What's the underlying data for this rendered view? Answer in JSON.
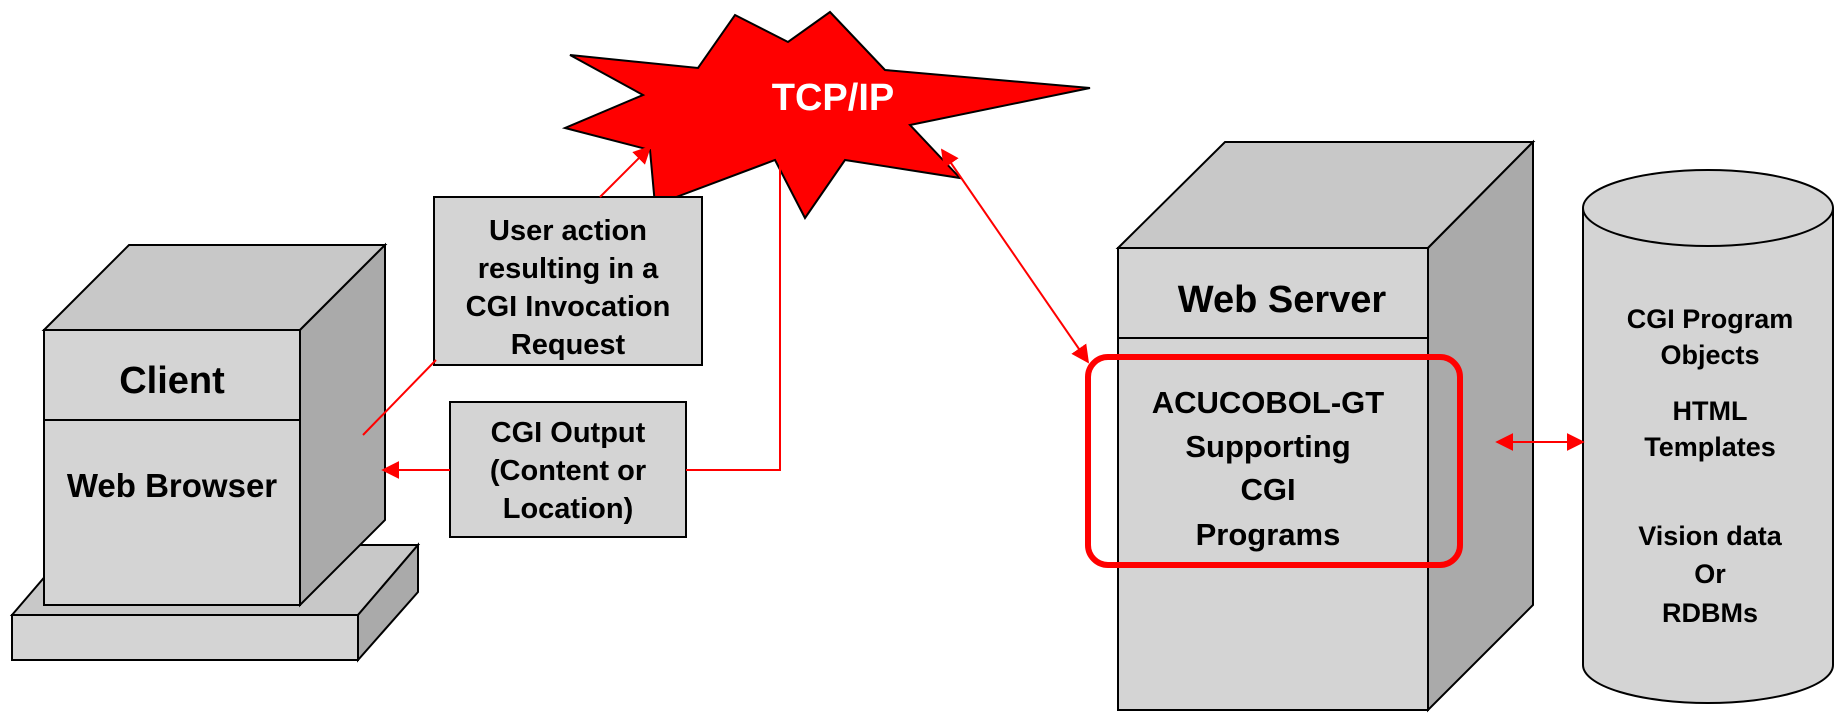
{
  "burst": {
    "label": "TCP/IP"
  },
  "client": {
    "title": "Client",
    "subtitle": "Web Browser"
  },
  "request_note": {
    "lines": [
      "User action",
      "resulting in a",
      "CGI Invocation",
      "Request"
    ]
  },
  "output_note": {
    "lines": [
      "CGI Output",
      "(Content or",
      "Location)"
    ]
  },
  "server": {
    "title": "Web Server",
    "component_lines": [
      "ACUCOBOL-GT",
      "Supporting",
      "CGI",
      "Programs"
    ]
  },
  "storage": {
    "lines": [
      "CGI Program",
      "Objects",
      "HTML",
      "Templates",
      "Vision data",
      "Or",
      "RDBMs"
    ]
  },
  "colors": {
    "accent": "#ff0000",
    "burst_fill": "#ff0000",
    "box_face": "#d4d4d4",
    "box_side": "#aaaaaa",
    "box_top": "#c8c8c8",
    "stroke": "#000000"
  }
}
